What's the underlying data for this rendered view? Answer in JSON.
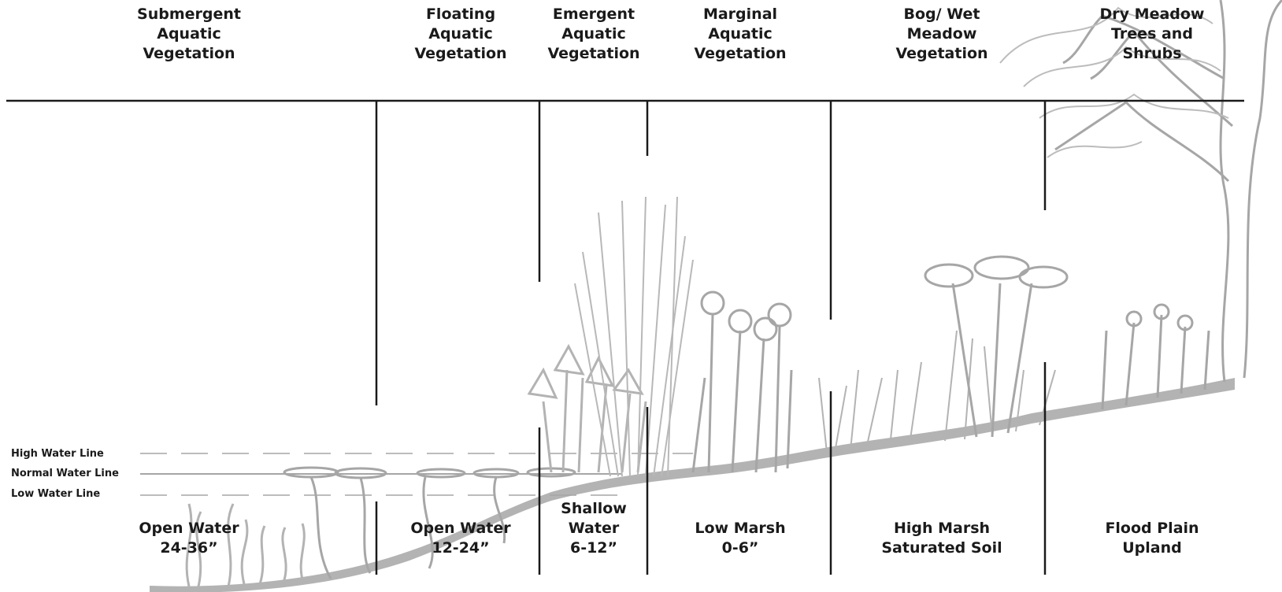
{
  "zones": [
    {
      "label": "Submergent\nAquatic\nVegetation"
    },
    {
      "label": "Floating\nAquatic\nVegetation"
    },
    {
      "label": "Emergent\nAquatic\nVegetation"
    },
    {
      "label": "Marginal\nAquatic\nVegetation"
    },
    {
      "label": "Bog/ Wet\nMeadow\nVegetation"
    },
    {
      "label": "Dry Meadow\nTrees and Shrubs"
    }
  ],
  "water_lines": {
    "high": "High Water Line",
    "normal": "Normal Water Line",
    "low": "Low Water Line"
  },
  "habitats": [
    {
      "label": "Open Water\n24-36”"
    },
    {
      "label": "Open Water\n12-24”"
    },
    {
      "label": "Shallow\nWater\n6-12”"
    },
    {
      "label": "Low Marsh\n0-6”"
    },
    {
      "label": "High Marsh\nSaturated Soil"
    },
    {
      "label": "Flood Plain\nUpland"
    }
  ],
  "colors": {
    "lines": "#1a1a1a",
    "sketch": "#b3b3b3",
    "water": "#a6a6a6"
  }
}
